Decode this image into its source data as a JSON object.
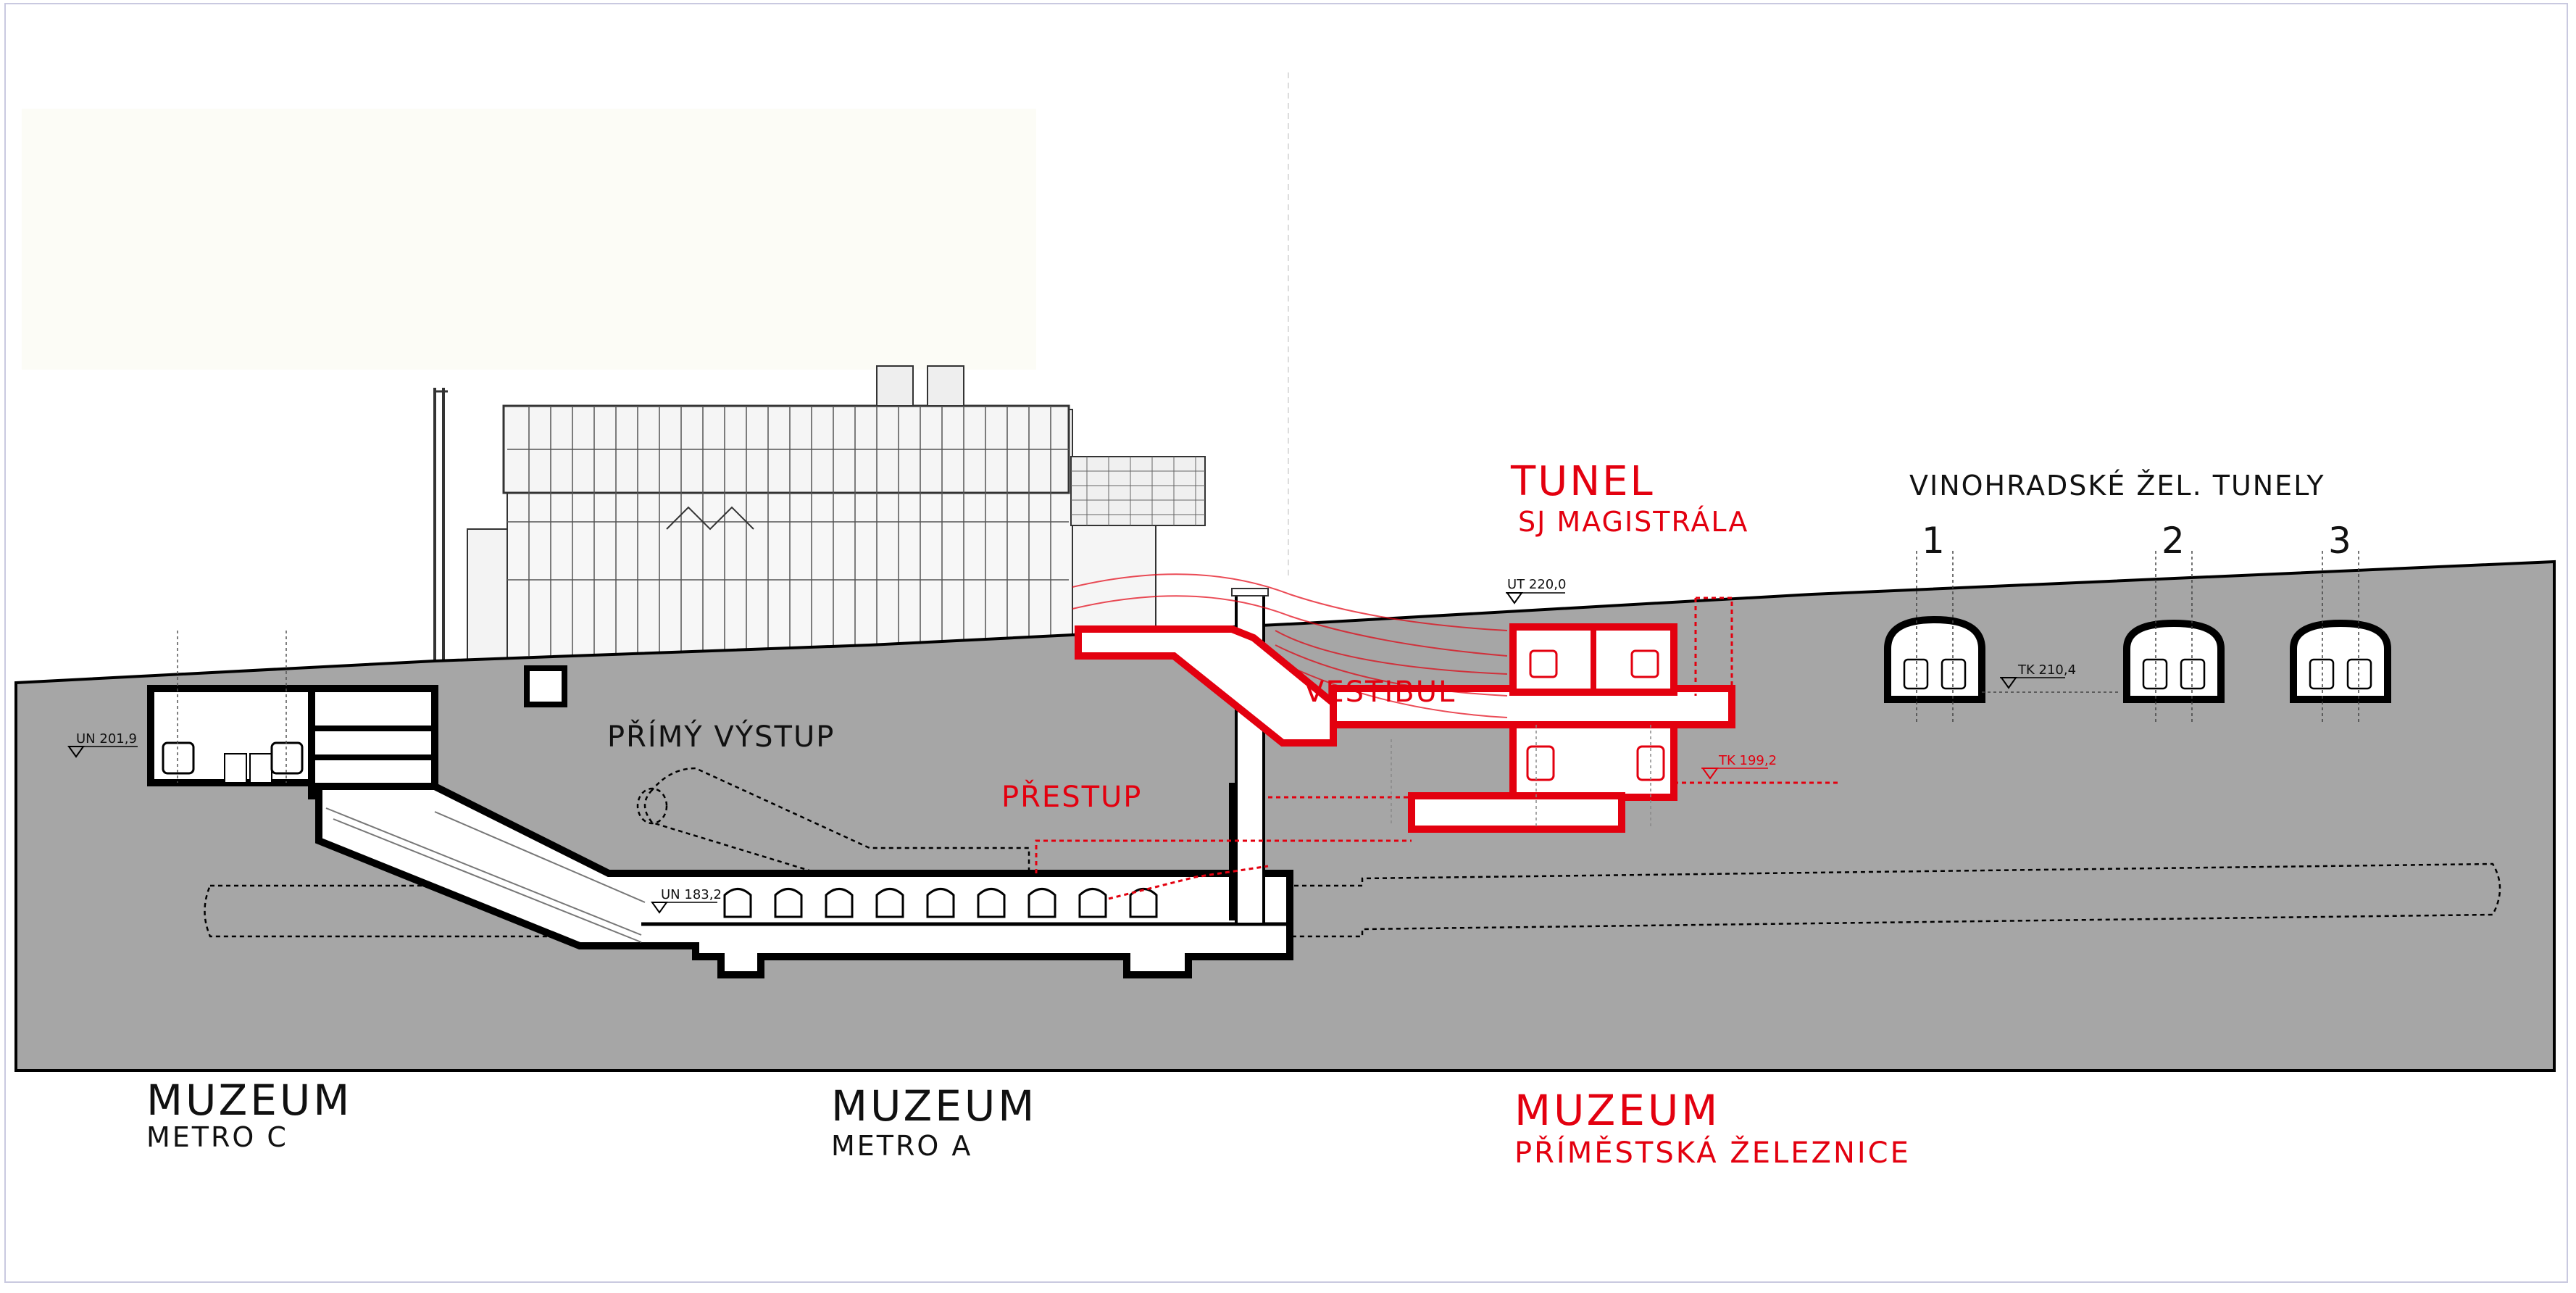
{
  "labels": {
    "tunel_title": "TUNEL",
    "tunel_sub": "SJ MAGISTRÁLA",
    "vinohradske": "VINOHRADSKÉ ŽEL. TUNELY",
    "tunnel_numbers": [
      "1",
      "2",
      "3"
    ],
    "primy_vystup": "PŘÍMÝ VÝSTUP",
    "vestibul": "VESTIBUL",
    "prestup": "PŘESTUP",
    "muzeum_c_title": "MUZEUM",
    "muzeum_c_sub": "METRO C",
    "muzeum_a_title": "MUZEUM",
    "muzeum_a_sub": "METRO A",
    "muzeum_z_title": "MUZEUM",
    "muzeum_z_sub": "PŘÍMĚSTSKÁ ŽELEZNICE"
  },
  "levels": {
    "ut": "UT 220,0",
    "un_c": "UN 201,9",
    "un_a": "UN 183,2",
    "tk_vino": "TK 210,4",
    "tk_new": "TK 199,2"
  },
  "colors": {
    "ground": "#a6a6a6",
    "structure": "#000000",
    "accent_red": "#e3000f",
    "void": "#ffffff"
  }
}
